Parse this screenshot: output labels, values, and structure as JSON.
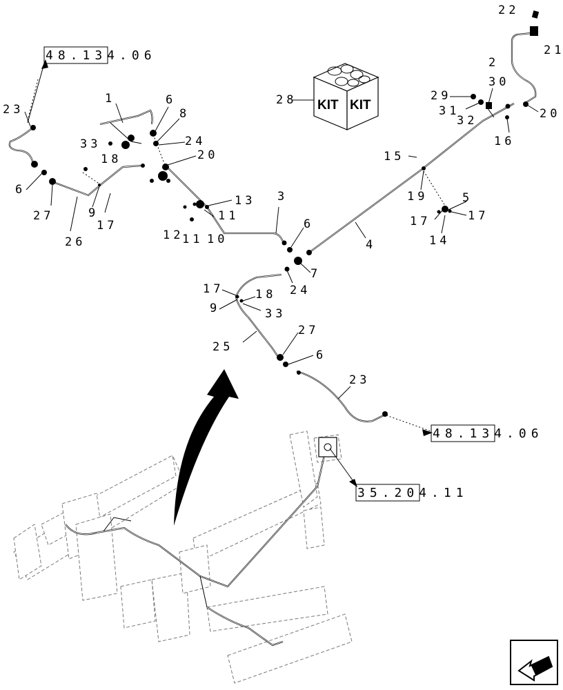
{
  "diagram": {
    "kit_badge": {
      "callout": "28",
      "labels": [
        "KIT",
        "KIT"
      ]
    },
    "references": [
      {
        "id": "ref-top-left",
        "text": "48.134.06"
      },
      {
        "id": "ref-right",
        "text": "48.134.06"
      },
      {
        "id": "ref-valve",
        "text": "35.204.11"
      }
    ],
    "callouts": {
      "c22": "22",
      "c21": "21",
      "c2": "2",
      "c29": "29",
      "c30": "30",
      "c31": "31",
      "c32": "32",
      "c20a": "20",
      "c16": "16",
      "c15": "15",
      "c19": "19",
      "c5": "5",
      "c17a": "17",
      "c17b": "17",
      "c14": "14",
      "c4": "4",
      "c23a": "23",
      "c1": "1",
      "c6a": "6",
      "c8": "8",
      "c24a": "24",
      "c33a": "33",
      "c18a": "18",
      "c20b": "20",
      "c6b": "6",
      "c27a": "27",
      "c26": "26",
      "c9a": "9",
      "c17c": "17",
      "c13": "13",
      "c3": "3",
      "c12": "12",
      "c11a": "11",
      "c10": "10",
      "c11b": "11",
      "c6c": "6",
      "c7": "7",
      "c24b": "24",
      "c17d": "17",
      "c9b": "9",
      "c18b": "18",
      "c33b": "33",
      "c27b": "27",
      "c25": "25",
      "c6d": "6",
      "c23b": "23"
    }
  }
}
